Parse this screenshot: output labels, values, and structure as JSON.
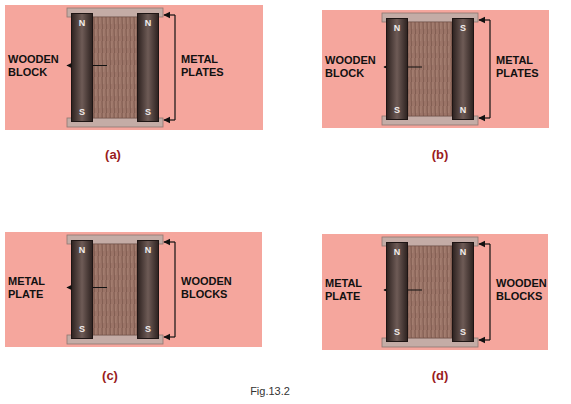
{
  "diagram": {
    "caption": "Fig.13.2",
    "nodes": [
      {
        "text": [
          "WOODEN BLOCK",
          "METAL PLATES"
        ]
      },
      {
        "text": [
          "N",
          "S"
        ],
        "in": 0
      },
      {
        "text": [
          "N",
          "S"
        ],
        "in": 0
      },
      {
        "text": [
          "WOODEN BLOCK",
          "METAL PLATES"
        ]
      },
      {
        "text": [
          "N",
          "S"
        ],
        "in": 3
      },
      {
        "text": [
          "S",
          "N"
        ],
        "in": 3
      },
      {
        "text": [
          "METAL PLATE",
          "WOODEN BLOCKS"
        ]
      },
      {
        "text": [
          "N",
          "S"
        ],
        "in": 6
      },
      {
        "text": [
          "N",
          "S"
        ],
        "in": 6
      },
      {
        "text": [
          "METAL PLATE",
          "WOODEN BLOCKS"
        ]
      },
      {
        "text": [
          "N",
          "S"
        ],
        "in": 9
      },
      {
        "text": [
          "N",
          "S"
        ],
        "in": 9
      }
    ],
    "labels": [
      "(a)",
      "(b)",
      "(c)",
      "(d)"
    ]
  }
}
